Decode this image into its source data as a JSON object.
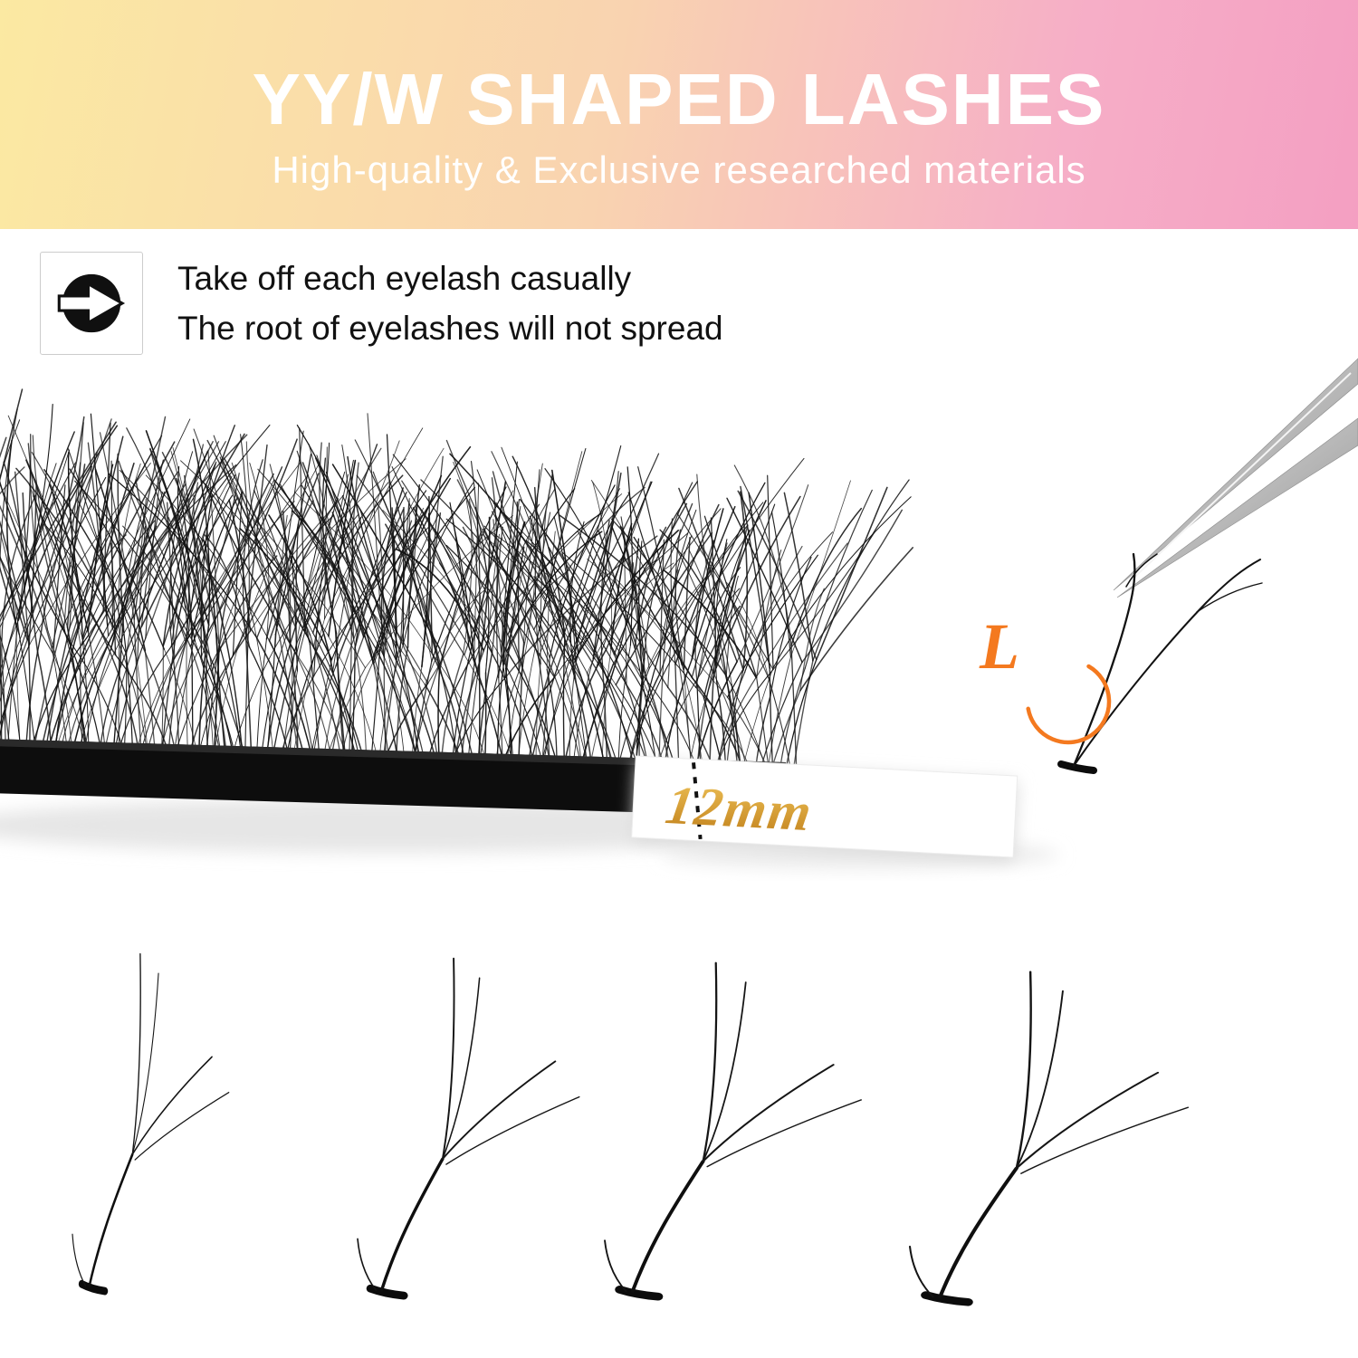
{
  "banner": {
    "title": "YY/W SHAPED LASHES",
    "subtitle": "High-quality & Exclusive researched materials",
    "gradient_left": "#fbe9a2",
    "gradient_right": "#f49fc2",
    "text_color": "#ffffff"
  },
  "feature": {
    "icon": "arrow-right-icon",
    "line1": "Take off each eyelash casually",
    "line2": "The root of eyelashes will not spread"
  },
  "tray": {
    "length_label": "12mm",
    "label_color": "#cf8d26",
    "strip_color": "#0d0d0d"
  },
  "callout": {
    "curl_label": "L",
    "accent_color": "#f4791f"
  }
}
